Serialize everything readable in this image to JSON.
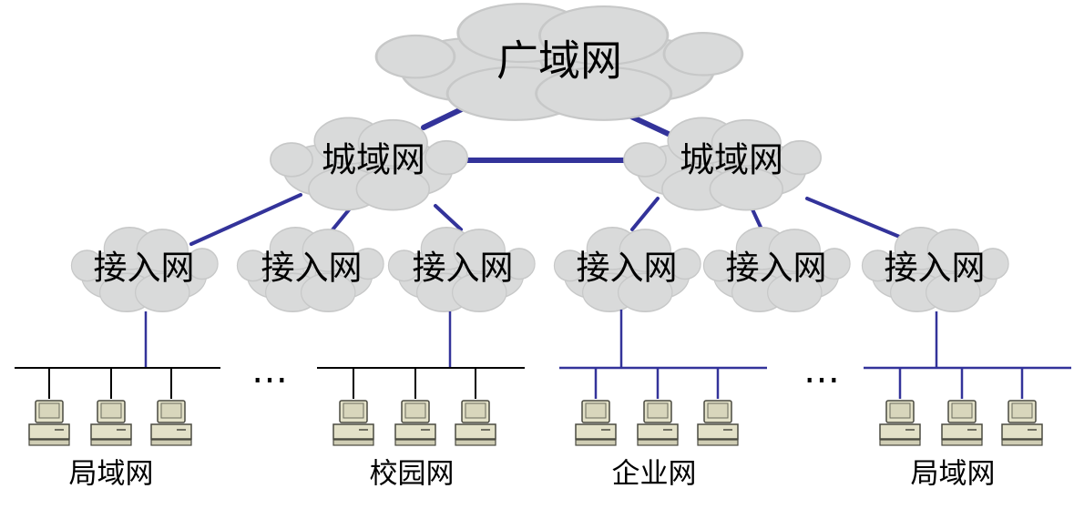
{
  "wan": {
    "label": "广域网"
  },
  "metro": [
    {
      "label": "城域网"
    },
    {
      "label": "城域网"
    }
  ],
  "access": [
    {
      "label": "接入网"
    },
    {
      "label": "接入网"
    },
    {
      "label": "接入网"
    },
    {
      "label": "接入网"
    },
    {
      "label": "接入网"
    },
    {
      "label": "接入网"
    }
  ],
  "lans": [
    {
      "label": "局域网"
    },
    {
      "label": "校园网"
    },
    {
      "label": "企业网"
    },
    {
      "label": "局域网"
    }
  ],
  "ellipsis": "…",
  "colors": {
    "link": "#33339a",
    "cloud": "#d9dada",
    "computer": "#e3e1c8",
    "black_bus": "#000000",
    "blue_bus": "#33339a"
  },
  "icons": {
    "cloud": "cloud-icon",
    "computer": "computer-icon"
  }
}
